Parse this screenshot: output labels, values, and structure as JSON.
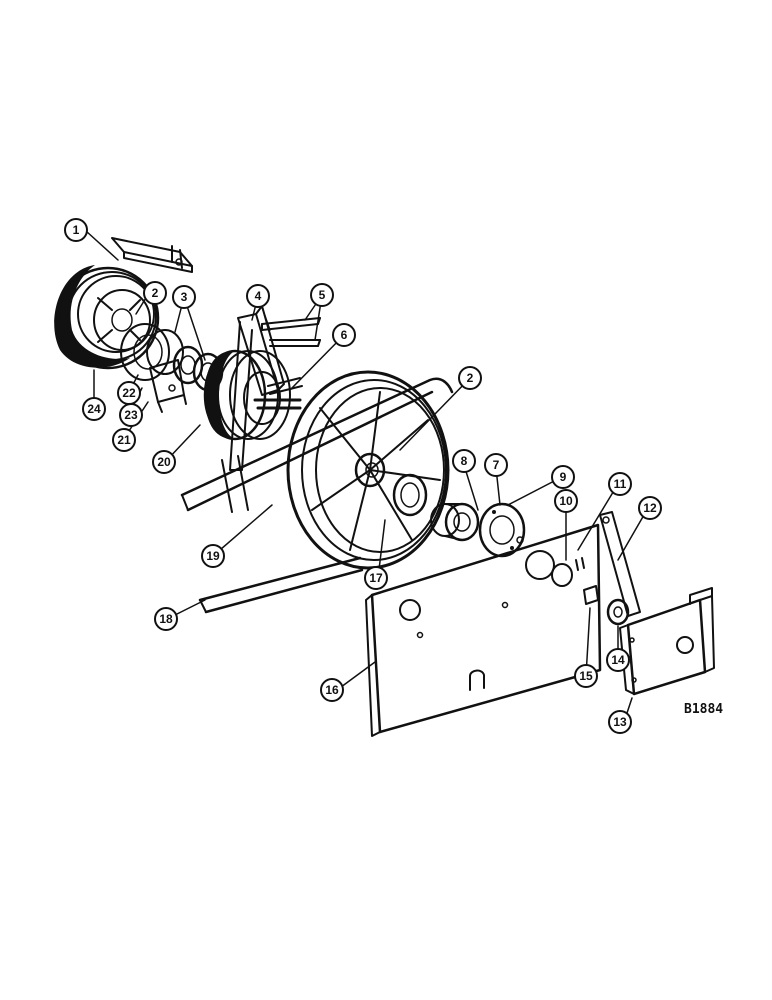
{
  "figure": {
    "drawing_code": "B1884"
  },
  "callouts": [
    {
      "id": "c1",
      "label": "1"
    },
    {
      "id": "c2a",
      "label": "2"
    },
    {
      "id": "c3",
      "label": "3"
    },
    {
      "id": "c4",
      "label": "4"
    },
    {
      "id": "c5",
      "label": "5"
    },
    {
      "id": "c6",
      "label": "6"
    },
    {
      "id": "c2b",
      "label": "2"
    },
    {
      "id": "c7",
      "label": "7"
    },
    {
      "id": "c8",
      "label": "8"
    },
    {
      "id": "c9",
      "label": "9"
    },
    {
      "id": "c10",
      "label": "10"
    },
    {
      "id": "c11",
      "label": "11"
    },
    {
      "id": "c12",
      "label": "12"
    },
    {
      "id": "c13",
      "label": "13"
    },
    {
      "id": "c14",
      "label": "14"
    },
    {
      "id": "c15",
      "label": "15"
    },
    {
      "id": "c16",
      "label": "16"
    },
    {
      "id": "c17",
      "label": "17"
    },
    {
      "id": "c18",
      "label": "18"
    },
    {
      "id": "c19",
      "label": "19"
    },
    {
      "id": "c20",
      "label": "20"
    },
    {
      "id": "c21",
      "label": "21"
    },
    {
      "id": "c22",
      "label": "22"
    },
    {
      "id": "c23",
      "label": "23"
    },
    {
      "id": "c24",
      "label": "24"
    }
  ]
}
